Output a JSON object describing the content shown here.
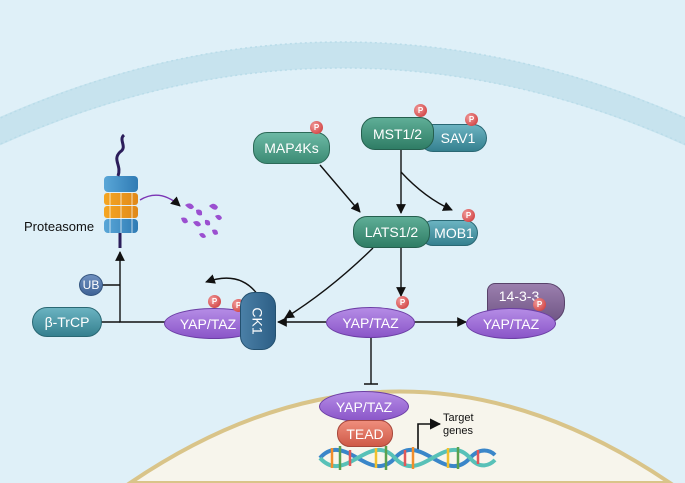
{
  "nodes": {
    "map4ks": "MAP4Ks",
    "mst12": "MST1/2",
    "sav1": "SAV1",
    "lats12": "LATS1/2",
    "mob1": "MOB1",
    "yaptaz_center": "YAP/TAZ",
    "yaptaz_left": "YAP/TAZ",
    "yaptaz_right": "YAP/TAZ",
    "yaptaz_nucleus": "YAP/TAZ",
    "ck1": "CK1",
    "protein_1433": "14-3-3",
    "btrcp": "β-TrCP",
    "ub": "UB",
    "tead": "TEAD"
  },
  "labels": {
    "proteasome": "Proteasome",
    "target_line1": "Target",
    "target_line2": "genes"
  },
  "phospho_symbol": "P",
  "colors": {
    "background": "#dff0f8",
    "membrane": "#c5e4ee",
    "nucleus_fill": "#f6f4ea",
    "nuclear_envelope": "#d9c489",
    "kinase_green": "#3f8c74",
    "yap_purple": "#9a66d6",
    "phospho_red": "#d13a3a"
  }
}
